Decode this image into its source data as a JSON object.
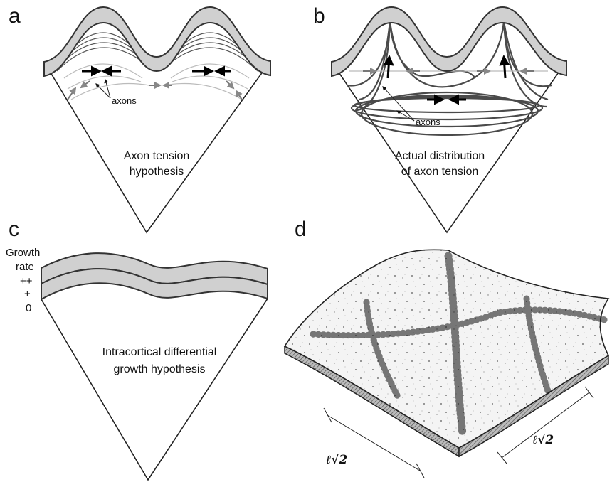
{
  "panels": {
    "a": {
      "letter": "a",
      "label_axons": "axons",
      "caption_line1": "Axon tension",
      "caption_line2": "hypothesis"
    },
    "b": {
      "letter": "b",
      "label_axons": "axons",
      "caption_line1": "Actual distribution",
      "caption_line2": "of axon tension"
    },
    "c": {
      "letter": "c",
      "rate_title_1": "Growth",
      "rate_title_2": "rate",
      "rate_pp": "++",
      "rate_p": "+",
      "rate_zero": "0",
      "caption_line1": "Intracortical differential",
      "caption_line2": "growth hypothesis"
    },
    "d": {
      "letter": "d",
      "dim_left": "ℓ√2",
      "dim_right": "ℓ√2"
    }
  },
  "colors": {
    "cortex_fill": "#d0d0d0",
    "outline": "#222222",
    "axon_dark": "#4a4a4a",
    "axon_light": "#bbbbbb"
  }
}
